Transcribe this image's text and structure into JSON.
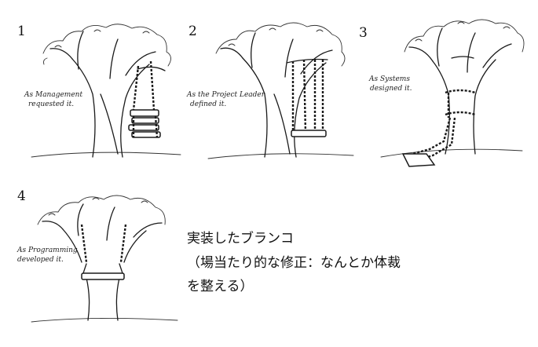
{
  "panels": [
    {
      "number": "1",
      "caption_line1": "As Management",
      "caption_line2": "requested it."
    },
    {
      "number": "2",
      "caption_line1": "As the Project Leader",
      "caption_line2": "defined it."
    },
    {
      "number": "3",
      "caption_line1": "As Systems",
      "caption_line2": "designed it."
    },
    {
      "number": "4",
      "caption_line1": "As Programming",
      "caption_line2": "developed it."
    }
  ],
  "japanese_text": {
    "line1": "実装したブランコ",
    "line2": "（場当たり的な修正：なんとか体裁",
    "line3": "を整える）"
  }
}
